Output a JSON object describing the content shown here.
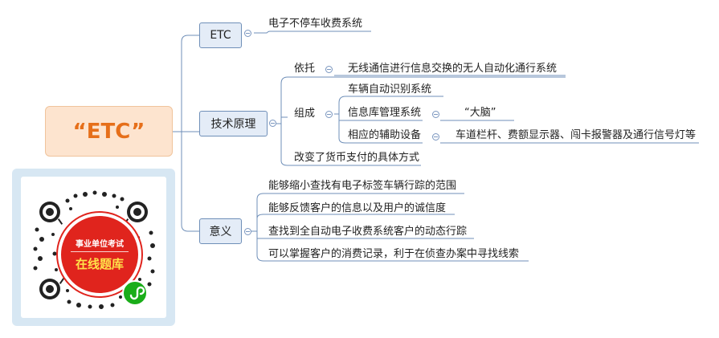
{
  "root": {
    "label": "“ETC”"
  },
  "topics": [
    {
      "id": "etc",
      "label": "ETC",
      "children": [
        {
          "label": "电子不停车收费系统"
        }
      ]
    },
    {
      "id": "principle",
      "label": "技术原理",
      "children": [
        {
          "label": "依托",
          "children": [
            {
              "label": "无线通信进行信息交换的无人自动化通行系统"
            }
          ]
        },
        {
          "label": "组成",
          "children": [
            {
              "label": "车辆自动识别系统"
            },
            {
              "label": "信息库管理系统",
              "children": [
                {
                  "label": "“大脑”"
                }
              ]
            },
            {
              "label": "相应的辅助设备",
              "children": [
                {
                  "label": "车道栏杆、费额显示器、闯卡报警器及通行信号灯等"
                }
              ]
            }
          ]
        },
        {
          "label": "改变了货币支付的具体方式"
        }
      ]
    },
    {
      "id": "meaning",
      "label": "意义",
      "children": [
        {
          "label": "能够缩小查找有电子标签车辆行踪的范围"
        },
        {
          "label": "能够反馈客户的信息以及用户的诚信度"
        },
        {
          "label": "查找到全自动电子收费系统客户的动态行踪"
        },
        {
          "label": "可以掌握客户的消费记录，利于在侦查办案中寻找线索"
        }
      ]
    }
  ],
  "qr": {
    "badge_line1": "事业单位考试",
    "badge_line2": "在线题库",
    "logo_icon": "mini-program-icon"
  },
  "colors": {
    "line": "#6f8fb8",
    "root_text": "#e66f1a",
    "root_fill": "#fde4cf",
    "topic_fill": "#e4ecf7"
  }
}
